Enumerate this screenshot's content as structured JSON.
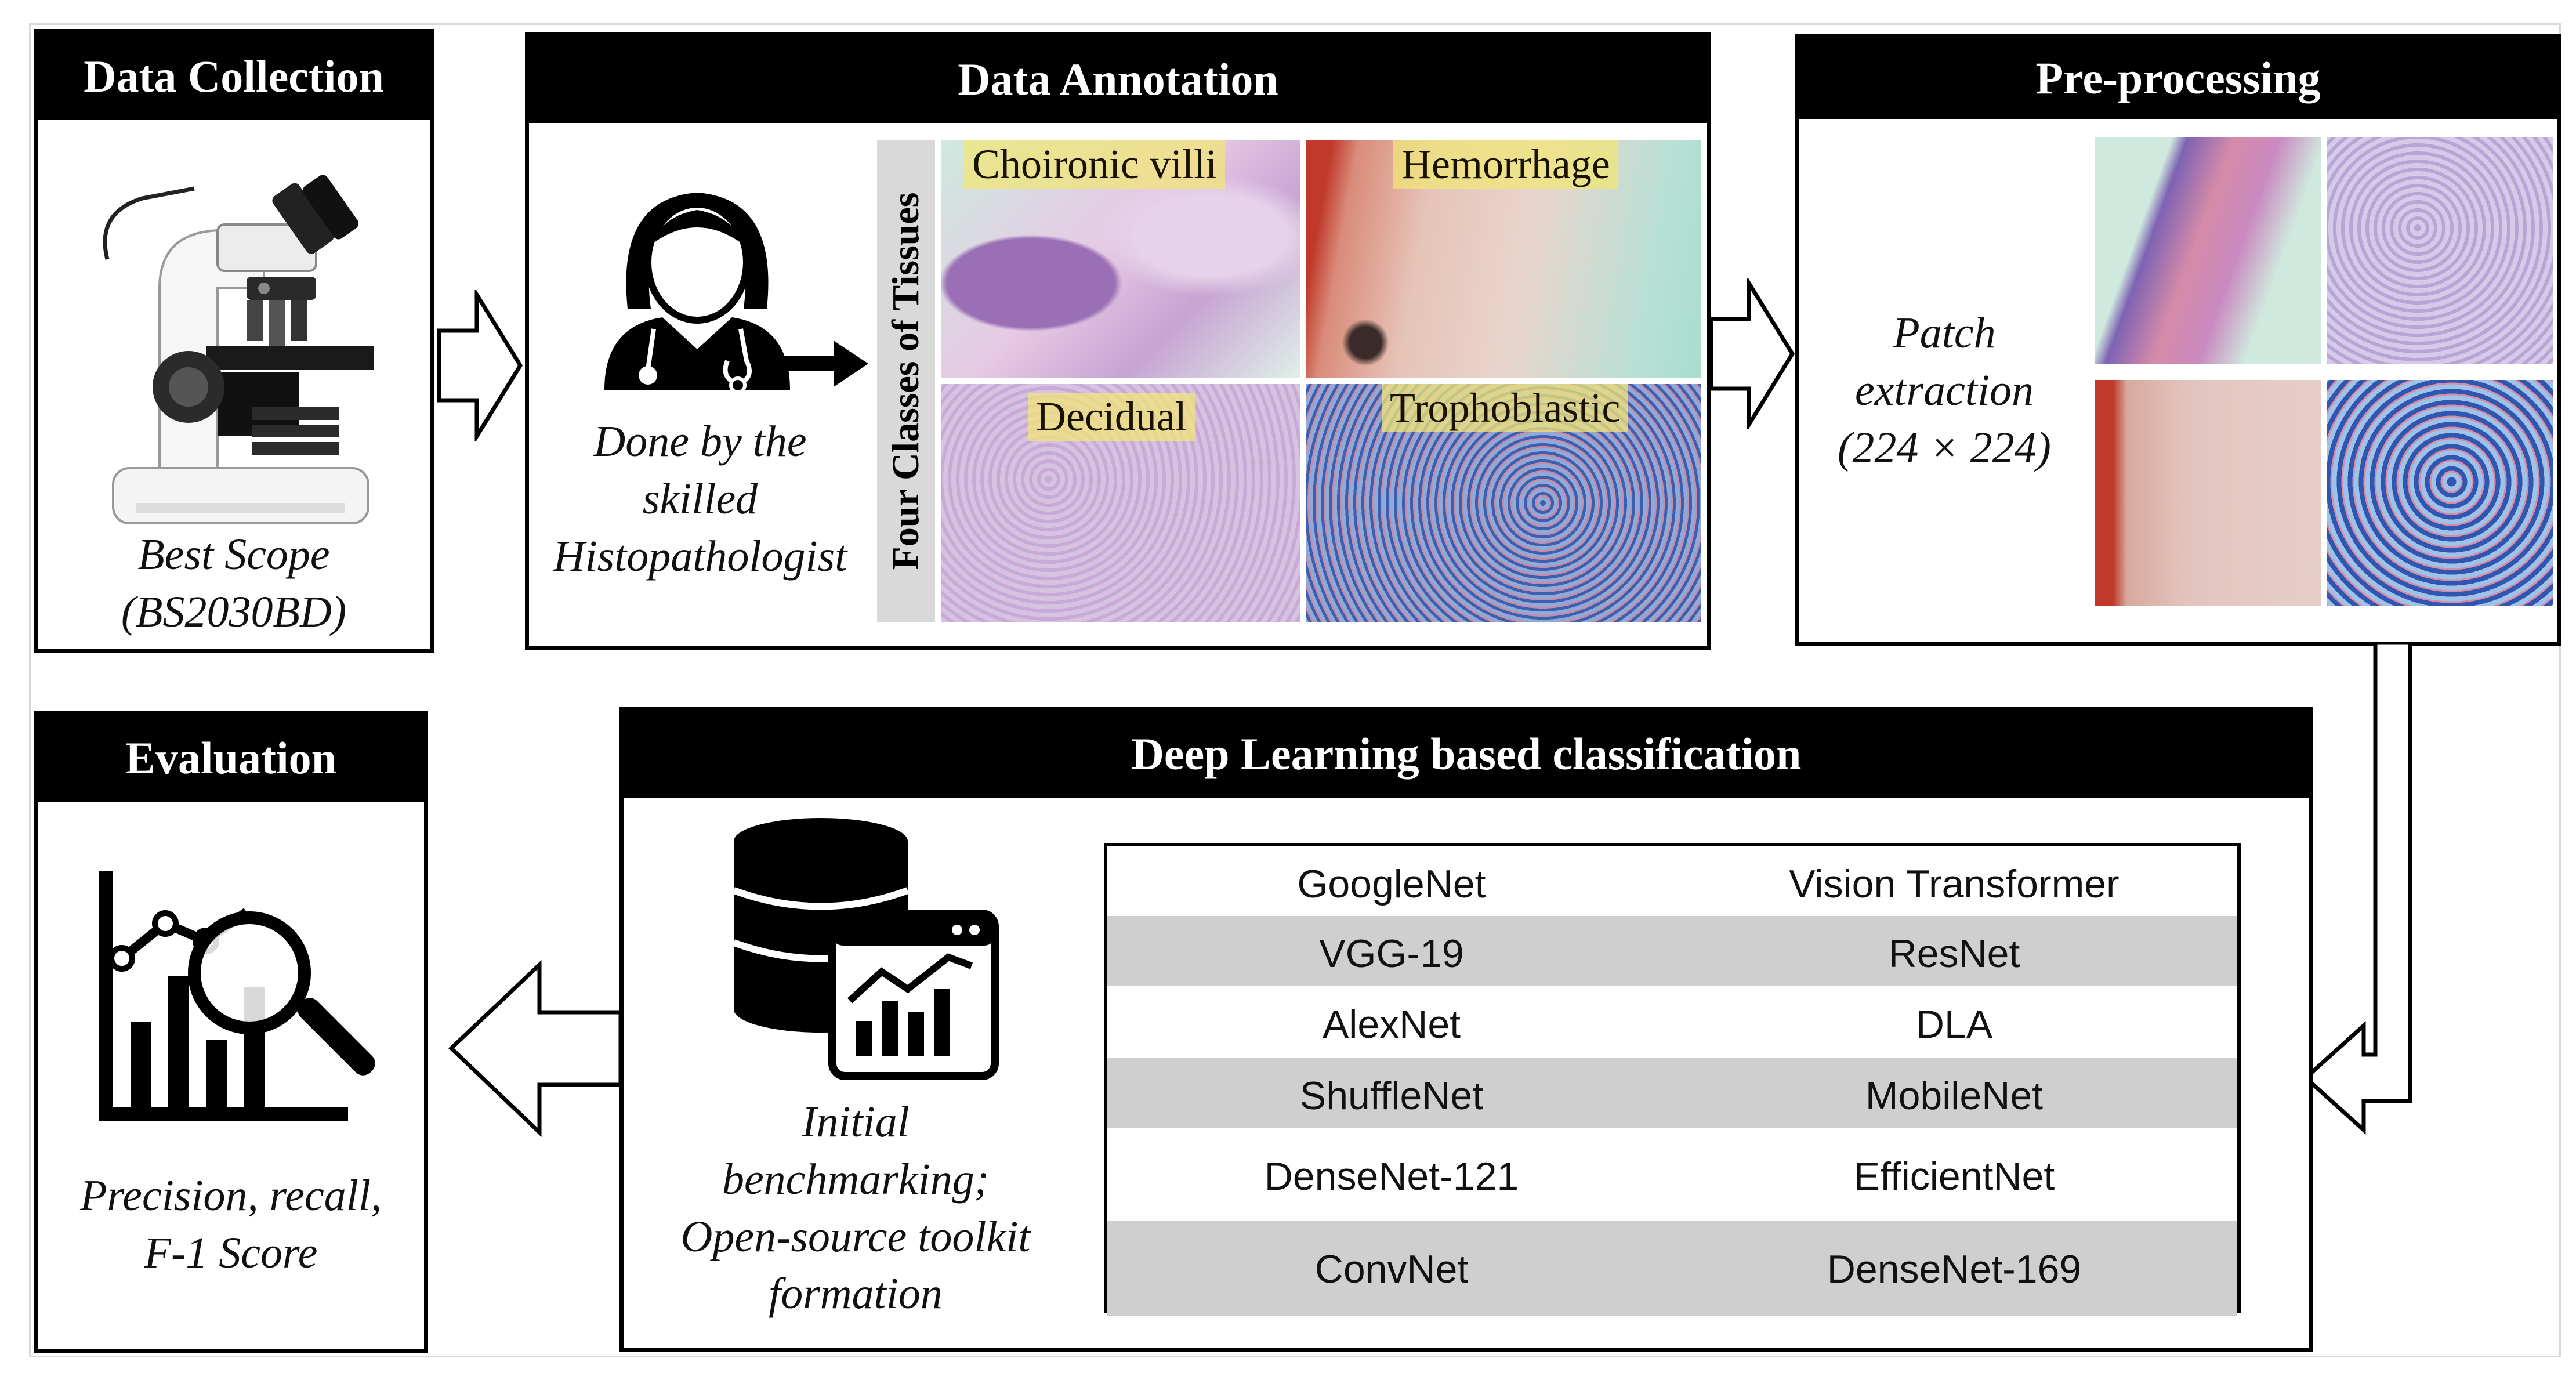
{
  "panels": {
    "data_collection": {
      "title": "Data Collection",
      "caption_line1": "Best Scope",
      "caption_line2": "(BS2030BD)"
    },
    "data_annotation": {
      "title": "Data Annotation",
      "side_label": "Four Classes of Tissues",
      "caption_lines": [
        "Done by the",
        "skilled",
        "Histopathologist"
      ],
      "tissues": [
        "Choironic villi",
        "Hemorrhage",
        "Decidual",
        "Trophoblastic"
      ]
    },
    "pre_processing": {
      "title": "Pre-processing",
      "caption_lines": [
        "Patch",
        "extraction",
        "(224 × 224)"
      ]
    },
    "deep_learning": {
      "title": "Deep Learning based classification",
      "caption_lines": [
        "Initial",
        "benchmarking;",
        "Open-source toolkit",
        "formation"
      ],
      "models": [
        [
          "GoogleNet",
          "Vision Transformer"
        ],
        [
          "VGG-19",
          "ResNet"
        ],
        [
          "AlexNet",
          "DLA"
        ],
        [
          "ShuffleNet",
          "MobileNet"
        ],
        [
          "DenseNet-121",
          "EfficientNet"
        ],
        [
          "ConvNet",
          "DenseNet-169"
        ]
      ]
    },
    "evaluation": {
      "title": "Evaluation",
      "caption_line1": "Precision, recall,",
      "caption_line2": "F-1 Score"
    }
  },
  "icons": {
    "microscope": "microscope-icon",
    "doctor": "doctor-icon",
    "database": "database-chart-icon",
    "evaluation": "chart-magnifier-icon"
  },
  "colors": {
    "header_bg": "#000000",
    "row_shade": "#cfcfcf",
    "he_pink": "#d9a3c8",
    "he_purple": "#7e63b3",
    "he_blue": "#4f6fb8",
    "blood_red": "#c94a3d"
  }
}
